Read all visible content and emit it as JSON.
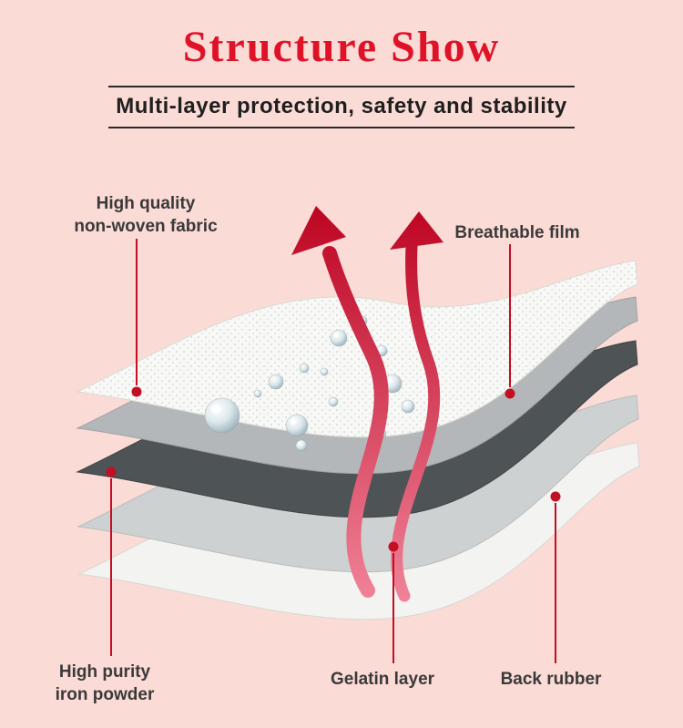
{
  "page": {
    "background": "#fbdbd5"
  },
  "header": {
    "title": "Structure Show",
    "title_color": "#e01228",
    "subtitle": "Multi-layer protection, safety and stability",
    "subtitle_color": "#1f1f1f"
  },
  "callout_labels": {
    "fabric_line1": "High quality",
    "fabric_line2": "non-woven fabric",
    "film": "Breathable film",
    "iron_line1": "High purity",
    "iron_line2": "iron powder",
    "gelatin": "Gelatin layer",
    "rubber": "Back rubber"
  },
  "diagram": {
    "accent": "#c40e24",
    "layers": [
      {
        "name": "non-woven fabric",
        "color": "#f8f9f7"
      },
      {
        "name": "breathable film",
        "color": "#b4b7b9"
      },
      {
        "name": "iron powder",
        "color": "#4e5356"
      },
      {
        "name": "gelatin layer",
        "color": "#ced1d1"
      },
      {
        "name": "back rubber",
        "color": "#f3f3f1"
      }
    ],
    "arrow_gradient_bottom": "#ef8398",
    "arrow_gradient_top": "#bd0523"
  }
}
